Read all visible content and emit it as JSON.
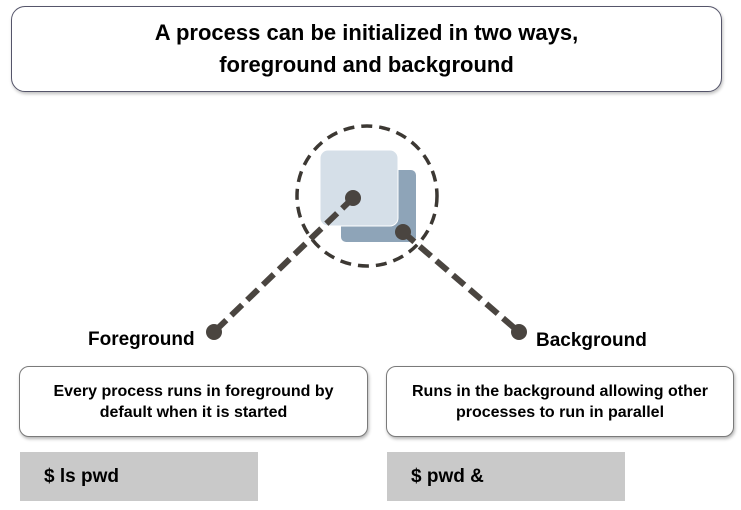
{
  "title": {
    "line1": "A process can be initialized in two ways,",
    "line2": "foreground and background"
  },
  "foreground": {
    "label": "Foreground",
    "description_line1": "Every process runs in foreground by",
    "description_line2": "default when it is started",
    "command": "$ ls pwd"
  },
  "background": {
    "label": "Background",
    "description_line1": "Runs in the background allowing other",
    "description_line2": "processes to run in parallel",
    "command": "$ pwd &"
  },
  "colors": {
    "front_square": "#d5dfe8",
    "back_square": "#8ea4b8",
    "dash_line": "#4a4540",
    "command_bg": "#c9c9c9"
  },
  "icons": [
    "process-windows-icon"
  ]
}
